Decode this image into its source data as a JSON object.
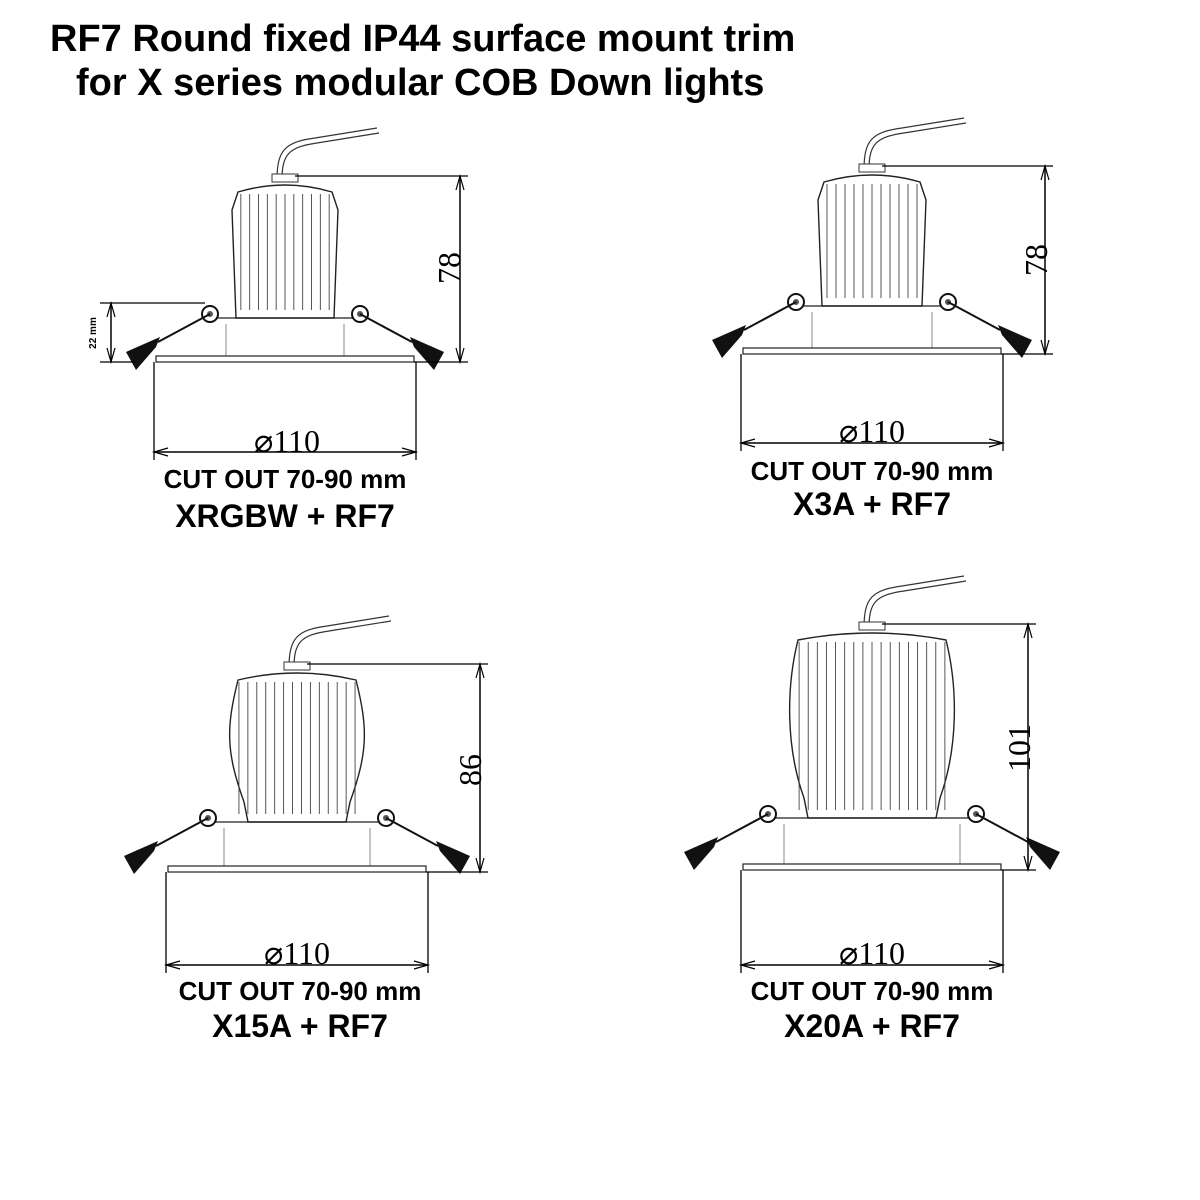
{
  "title": {
    "line1": "RF7 Round fixed IP44 surface mount trim",
    "line2": "for X series modular COB Down lights"
  },
  "panels": [
    {
      "model": "XRGBW + RF7",
      "height_dim": "78",
      "diameter": "⌀110",
      "cutout": "CUT OUT 70-90 mm",
      "trim_height": "22 mm"
    },
    {
      "model": "X3A + RF7",
      "height_dim": "78",
      "diameter": "⌀110",
      "cutout": "CUT OUT 70-90 mm"
    },
    {
      "model": "X15A + RF7",
      "height_dim": "86",
      "diameter": "⌀110",
      "cutout": "CUT OUT 70-90 mm"
    },
    {
      "model": "X20A + RF7",
      "height_dim": "101",
      "diameter": "⌀110",
      "cutout": "CUT OUT 70-90 mm"
    }
  ]
}
